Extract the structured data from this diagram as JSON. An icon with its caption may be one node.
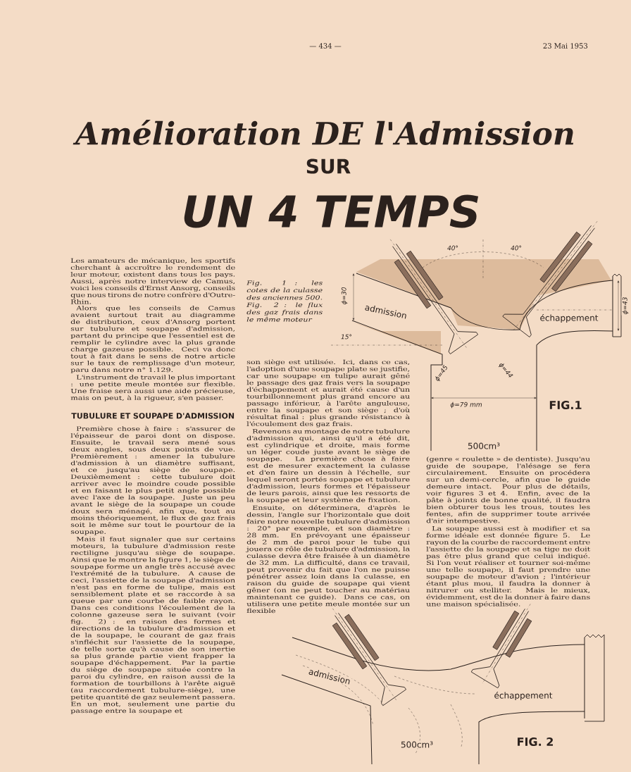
{
  "diagram": {
    "title": "Amélioration DE l'Admission",
    "labels": [
      "— 434 —",
      "23 Mai 1953",
      "SUR",
      "UN 4 TEMPS",
      "Les amateurs de mécanique, les sportifs cherchant à accroître le rendement de leur moteur, existent dans tous les pays. Aussi, après notre interview de Camus, voici les conseils d'Ernst Ansorg, conseils que nous tirons de notre confrère d'Outre-Rhin.",
      "Alors que les conseils de Camus avaient surtout trait au diagramme de distribution, ceux d'Ansorg portent sur tubulure et soupape d'admission, partant du principe que l'essentiel est de remplir le cylindre avec la plus grande charge gazeuse possible. Ceci va donc tout à fait dans le sens de notre article sur le taux de remplissage d'un moteur, paru dans notre n° 1.129.",
      "L'instrument de travail le plus important : une petite meule montée sur flexible. Une fraise sera aussi une aide précieuse, mais on peut, à la rigueur, s'en passer.",
      "TUBULURE ET SOUPAPE D'ADMISSION",
      "Première chose à faire : s'assurer de l'épaisseur de paroi dont on dispose. Ensuite, le travail sera mené sous deux angles, sous deux points de vue. Premièrement : amener la tubulure d'admission à un diamètre suffisant, et ce jusqu'au siège de soupape. Deuxièmement : cette tubulure doit arriver avec le moindre coude possible et en faisant le plus petit angle possible avec l'axe de la soupape. Juste un peu avant le siège de la soupape un coude doux sera ménagé, afin que, tout au moins théoriquement, le flux de gaz frais soit le même sur tout le pourtour de la soupape.",
      "Mais il faut signaler que sur certains moteurs, la tubulure d'admission reste rectiligne jusqu'au siège de soupape. Ainsi que le montre la figure 1, le siège de soupape forme un angle très accusé avec l'extrémité de la tubulure. A cause de ceci, l'assiette de la soupape d'admission n'est pas en forme de tulipe, mais est sensiblement plate et se raccorde à sa queue par une courbe de faible rayon. Dans ces conditions l'écoulement de la colonne gazeuse sera le suivant (voir fig. 2) : en raison des formes et directions de la tubulure d'admission et de la soupape, le courant de gaz frais s'infléchit sur l'assiette de la soupape, de telle sorte qu'à cause de son inertie sa plus grande partie vient frapper la soupape d'échappement. Par la partie du siège de soupape située contre la paroi du cylindre, en raison aussi de la formation de tourbillons à l'arête aiguë (au raccordement tubulure-siège), une petite quantité de gaz seulement passera. En un mot, seulement une partie du passage entre la soupape et",
      "Fig. 1 : les cotes de la culasse des anciennes 500. Fig. 2 : le flux des gaz frais dans le même moteur",
      "40°",
      "40°",
      "ϕ=30",
      "admission",
      "ϕ=43",
      "échappement",
      "15°",
      "ϕ=45",
      "ϕ=44",
      "ϕ=79 mm",
      "FIG.1",
      "500cm³",
      "son siège est utilisée. Ici, dans ce cas, l'adoption d'une soupape plate se justifie, car une soupape en tulipe aurait gêné le passage des gaz frais vers la soupape d'échappement et aurait été cause d'un tourbillonnement plus grand encore au passage inférieur, à l'arête anguleuse, entre la soupape et son siège ; d'où résultat final : plus grande résistance à l'écoulement des gaz frais.",
      "Revenons au montage de notre tubulure d'admission qui, ainsi qu'il a été dit, est cylindrique et droite, mais forme un léger coude juste avant le siège de soupape. La première chose à faire est de mesurer exactement la culasse et d'en faire un dessin à l'échelle, sur lequel seront portés soupape et tubulure d'admission, leurs formes et l'épaisseur de leurs parois, ainsi que les ressorts de la soupape et leur système de fixation.",
      "Ensuite, on déterminera, d'après le dessin, l'angle sur l'horizontale que doit faire notre nouvelle tubulure d'admission : 20° par exemple, et son diamètre : 28 mm. En prévoyant une épaisseur de 2 mm de paroi pour le tube qui jouera ce rôle de tubulure d'admission, la culasse devra être fraisée à un diamètre de 32 mm. La difficulté, dans ce travail, peut provenir du fait que l'on ne puisse pénétrer assez loin dans la culasse, en raison du guide de soupape qui vient gêner (on ne peut toucher au matériau maintenant ce guide). Dans ce cas, on utilisera une petite meule montée sur un flexible",
      "(genre « roulette » de dentiste). Jusqu'au guide de soupape, l'alésage se fera circulairement. Ensuite on procédera sur un demi-cercle, afin que le guide demeure intact. Pour plus de détails, voir figures 3 et 4. Enfin, avec de la pâte à joints de bonne qualité, il faudra bien obturer tous les trous, toutes les fentes, afin de supprimer toute arrivée d'air intempestive.",
      "La soupape aussi est à modifier et sa forme idéale est donnée figure 5. Le rayon de la courbe de raccordement entre l'assiette de la soupape et sa tige ne doit pas être plus grand que celui indiqué. Si l'on veut réaliser et tourner soi-même une telle soupape, il faut prendre une soupape de moteur d'avion ; l'intérieur étant plus mou, il faudra la donner à nitrurer ou stelliter. Mais le mieux, évidemment, est de la donner à faire dans une maison spécialisée.",
      "admission",
      "échappement",
      "500cm³",
      "FIG. 2"
    ]
  }
}
